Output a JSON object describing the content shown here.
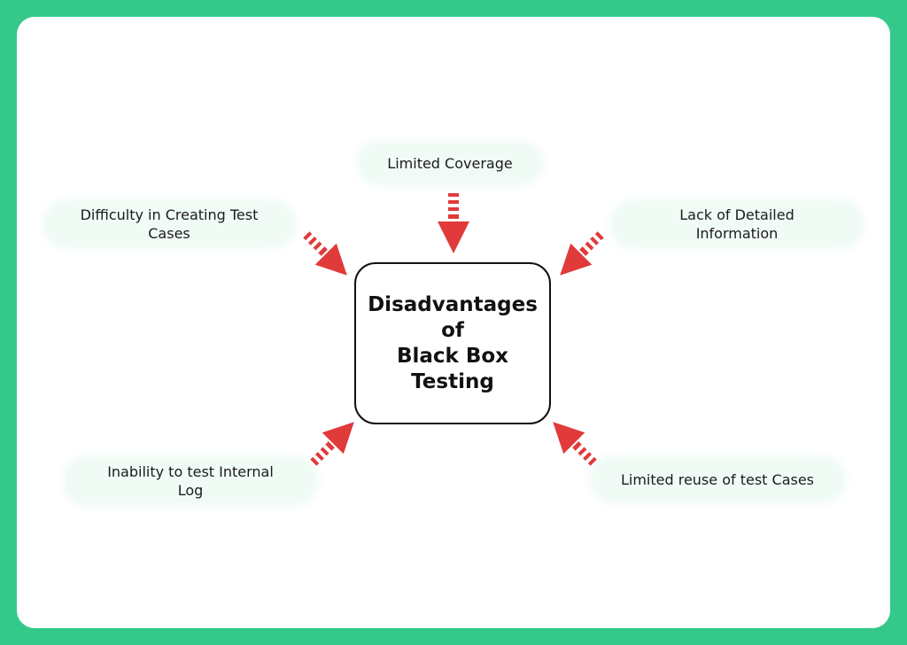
{
  "diagram": {
    "center_title": "Disadvantages\nof\nBlack Box\nTesting",
    "items": {
      "top": "Limited Coverage",
      "top_left": "Difficulty in Creating Test Cases",
      "top_right": "Lack of Detailed Information",
      "bottom_left": "Inability to test Internal Log",
      "bottom_right": "Limited reuse of test Cases"
    }
  },
  "colors": {
    "background": "#34c98a",
    "panel": "#ffffff",
    "arrow": "#e03a3a",
    "pill": "#f1fbf6",
    "text": "#111111"
  }
}
